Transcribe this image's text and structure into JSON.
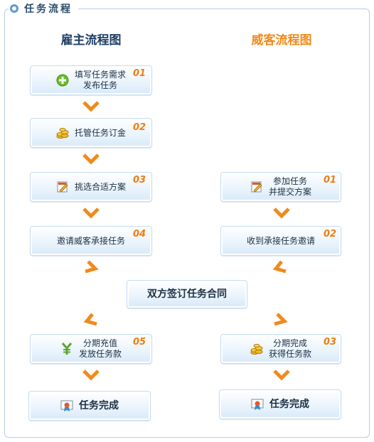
{
  "section_title": "任务流程",
  "employer_title": "雇主流程图",
  "witkey_title": "威客流程图",
  "employer_steps": [
    {
      "line1": "填写任务需求",
      "line2": "发布任务",
      "num": "01",
      "icon": "plus-circle-icon"
    },
    {
      "line1": "托管任务订金",
      "line2": "",
      "num": "02",
      "icon": "coins-icon"
    },
    {
      "line1": "挑选合适方案",
      "line2": "",
      "num": "03",
      "icon": "document-pen-icon"
    },
    {
      "line1": "邀请威客承接任务",
      "line2": "",
      "num": "04",
      "icon": ""
    },
    {
      "line1": "分期充值",
      "line2": "发放任务款",
      "num": "05",
      "icon": "yen-icon"
    },
    {
      "line1": "任务完成",
      "line2": "",
      "num": "",
      "icon": "certificate-icon"
    }
  ],
  "witkey_steps": [
    {
      "line1": "参加任务",
      "line2": "并提交方案",
      "num": "01",
      "icon": "document-pen-icon"
    },
    {
      "line1": "收到承接任务邀请",
      "line2": "",
      "num": "02",
      "icon": ""
    },
    {
      "line1": "分期完成",
      "line2": "获得任务款",
      "num": "03",
      "icon": "coins-icon"
    },
    {
      "line1": "任务完成",
      "line2": "",
      "num": "",
      "icon": "certificate-icon"
    }
  ],
  "contract": "双方签订任务合同",
  "colors": {
    "accent": "#f08a1c",
    "border": "#c5dcf0",
    "title": "#1f3f66"
  }
}
